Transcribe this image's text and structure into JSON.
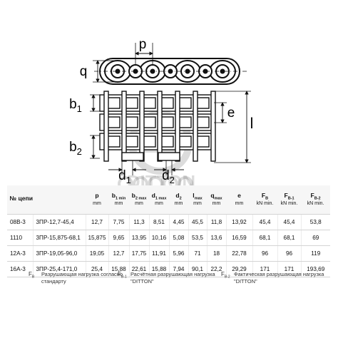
{
  "diagram": {
    "labels": {
      "p": "p",
      "q": "q",
      "b1": "b",
      "b1_sub": "1",
      "b2": "b",
      "b2_sub": "2",
      "e": "e",
      "l": "l",
      "d1": "d",
      "d1_sub": "1",
      "d2": "d",
      "d2_sub": "2"
    },
    "watermark": "DITTON"
  },
  "table": {
    "headers": [
      {
        "main": "№ цепи",
        "sub": "",
        "unit": ""
      },
      {
        "main": "",
        "sub": "",
        "unit": ""
      },
      {
        "main": "p",
        "sub": "",
        "unit": "mm"
      },
      {
        "main": "b",
        "sub": "1 min",
        "unit": "mm"
      },
      {
        "main": "b",
        "sub": "2 max",
        "unit": "mm"
      },
      {
        "main": "d",
        "sub": "1 max",
        "unit": "mm"
      },
      {
        "main": "d",
        "sub": "2",
        "unit": "mm"
      },
      {
        "main": "l",
        "sub": "max",
        "unit": "mm"
      },
      {
        "main": "q",
        "sub": "max",
        "unit": "mm"
      },
      {
        "main": "e",
        "sub": "",
        "unit": "mm"
      },
      {
        "main": "F",
        "sub": "B",
        "unit": "kN min."
      },
      {
        "main": "F",
        "sub": "B-1",
        "unit": "kN min."
      },
      {
        "main": "F",
        "sub": "B-2",
        "unit": "kN min."
      }
    ],
    "rows": [
      [
        "08B-3",
        "3ПР-12,7-45,4",
        "12,7",
        "7,75",
        "11,3",
        "8,51",
        "4,45",
        "45,5",
        "11,8",
        "13,92",
        "45,4",
        "45,4",
        "53,8"
      ],
      [
        "1110",
        "3ПР-15,875-68,1",
        "15,875",
        "9,65",
        "13,95",
        "10,16",
        "5,08",
        "53,5",
        "13,6",
        "16,59",
        "68,1",
        "68,1",
        "69"
      ],
      [
        "12A-3",
        "3ПР-19,05-96,0",
        "19,05",
        "12,7",
        "17,75",
        "11,91",
        "5,96",
        "71",
        "18",
        "22,78",
        "96",
        "96",
        "119"
      ],
      [
        "16A-3",
        "3ПР-25,4-171,0",
        "25,4",
        "15,88",
        "22,61",
        "15,88",
        "7,94",
        "90,1",
        "22,2",
        "29,29",
        "171",
        "171",
        "193,69"
      ]
    ]
  },
  "legend": [
    {
      "sym": "F",
      "sub": "B",
      "text": "Разрушающая нагрузка согласно стандарту"
    },
    {
      "sym": "F",
      "sub": "B-1",
      "text": "Расчётная разрушающая нагрузка \"DITTON\""
    },
    {
      "sym": "F",
      "sub": "B-2",
      "text": "Фактическая разрушающая нагрузка \"DITTON\""
    }
  ]
}
